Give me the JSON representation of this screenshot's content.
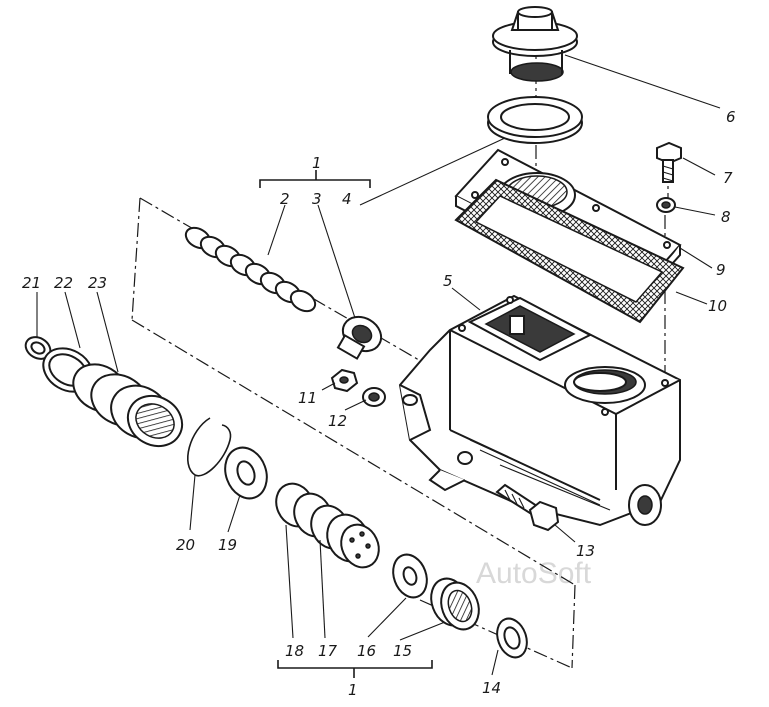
{
  "watermark": "AutoSoft",
  "callouts": [
    {
      "id": "c1-top",
      "text": "1"
    },
    {
      "id": "c2",
      "text": "2"
    },
    {
      "id": "c3",
      "text": "3"
    },
    {
      "id": "c4",
      "text": "4"
    },
    {
      "id": "c5",
      "text": "5"
    },
    {
      "id": "c6",
      "text": "6"
    },
    {
      "id": "c7",
      "text": "7"
    },
    {
      "id": "c8",
      "text": "8"
    },
    {
      "id": "c9",
      "text": "9"
    },
    {
      "id": "c10",
      "text": "10"
    },
    {
      "id": "c11",
      "text": "11"
    },
    {
      "id": "c12",
      "text": "12"
    },
    {
      "id": "c13",
      "text": "13"
    },
    {
      "id": "c14",
      "text": "14"
    },
    {
      "id": "c15",
      "text": "15"
    },
    {
      "id": "c16",
      "text": "16"
    },
    {
      "id": "c17",
      "text": "17"
    },
    {
      "id": "c18",
      "text": "18"
    },
    {
      "id": "c19",
      "text": "19"
    },
    {
      "id": "c20",
      "text": "20"
    },
    {
      "id": "c21",
      "text": "21"
    },
    {
      "id": "c22",
      "text": "22"
    },
    {
      "id": "c23",
      "text": "23"
    },
    {
      "id": "c1-bottom",
      "text": "1"
    }
  ]
}
